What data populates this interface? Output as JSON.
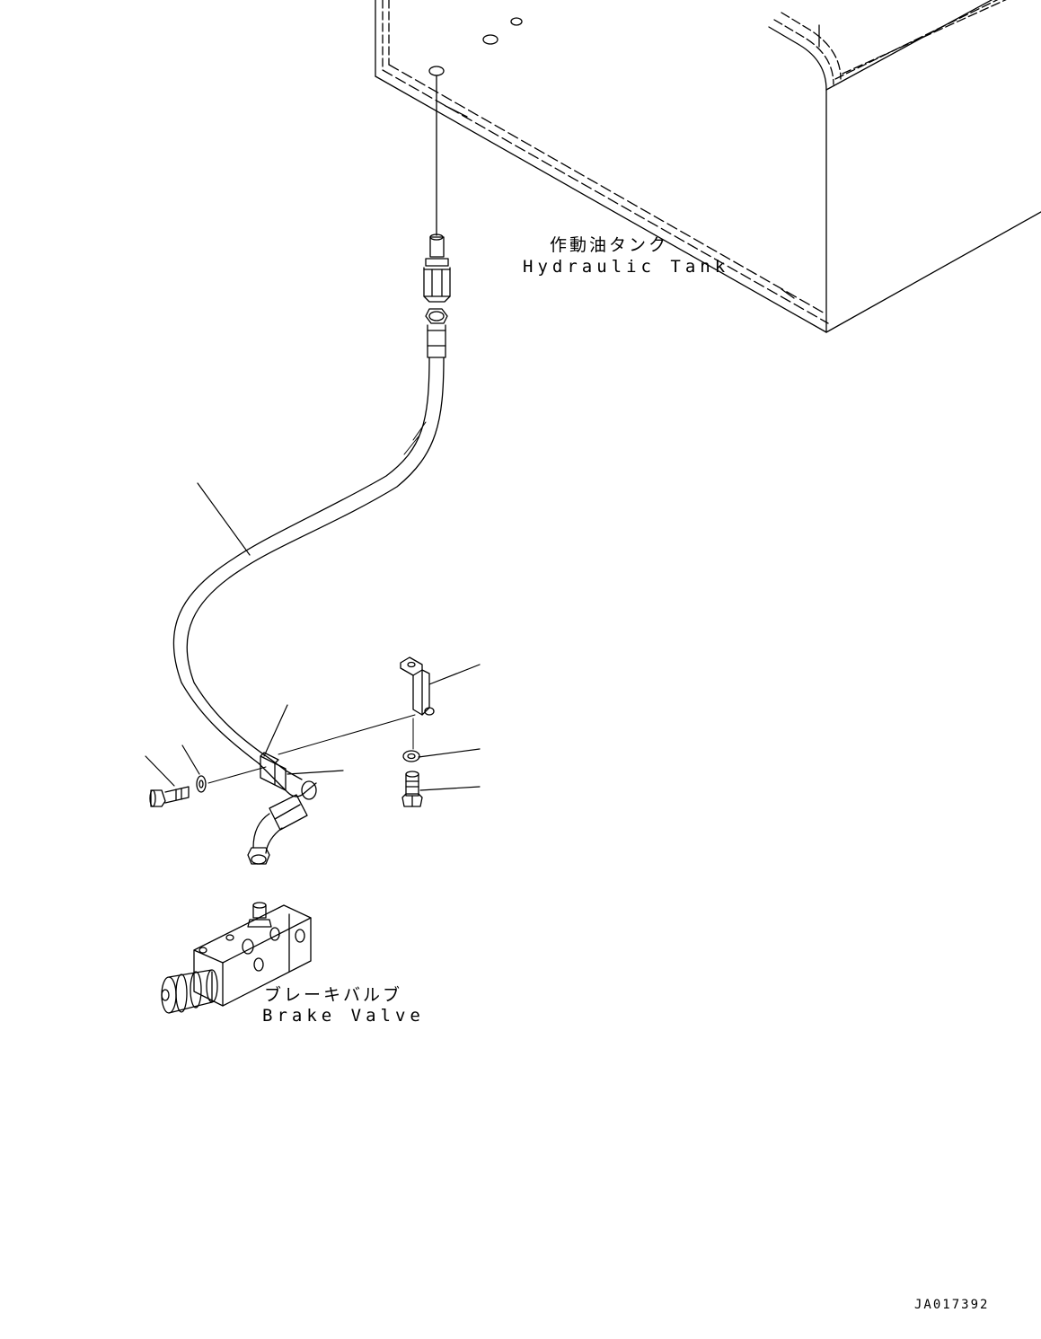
{
  "labels": {
    "tank_jp": "作動油タンク",
    "tank_en": "Hydraulic Tank",
    "valve_jp": "ブレーキバルブ",
    "valve_en": "Brake Valve",
    "drawing_code": "JA017392"
  },
  "colors": {
    "line": "#000000",
    "background": "#ffffff"
  }
}
